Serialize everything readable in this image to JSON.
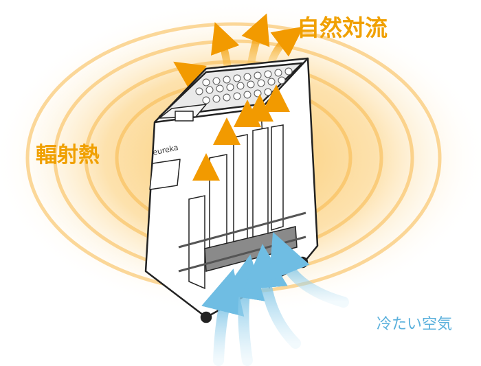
{
  "labels": {
    "natural_convection": "自然対流",
    "radiant_heat": "輻射熱",
    "cold_air": "冷たい空気"
  },
  "brand_logo": "eureka",
  "colors": {
    "warm": "#f4a51c",
    "warm_text": "#f0a000",
    "cool": "#7cc4e6",
    "cool_text": "#5ab0dc",
    "outline": "#222222"
  }
}
